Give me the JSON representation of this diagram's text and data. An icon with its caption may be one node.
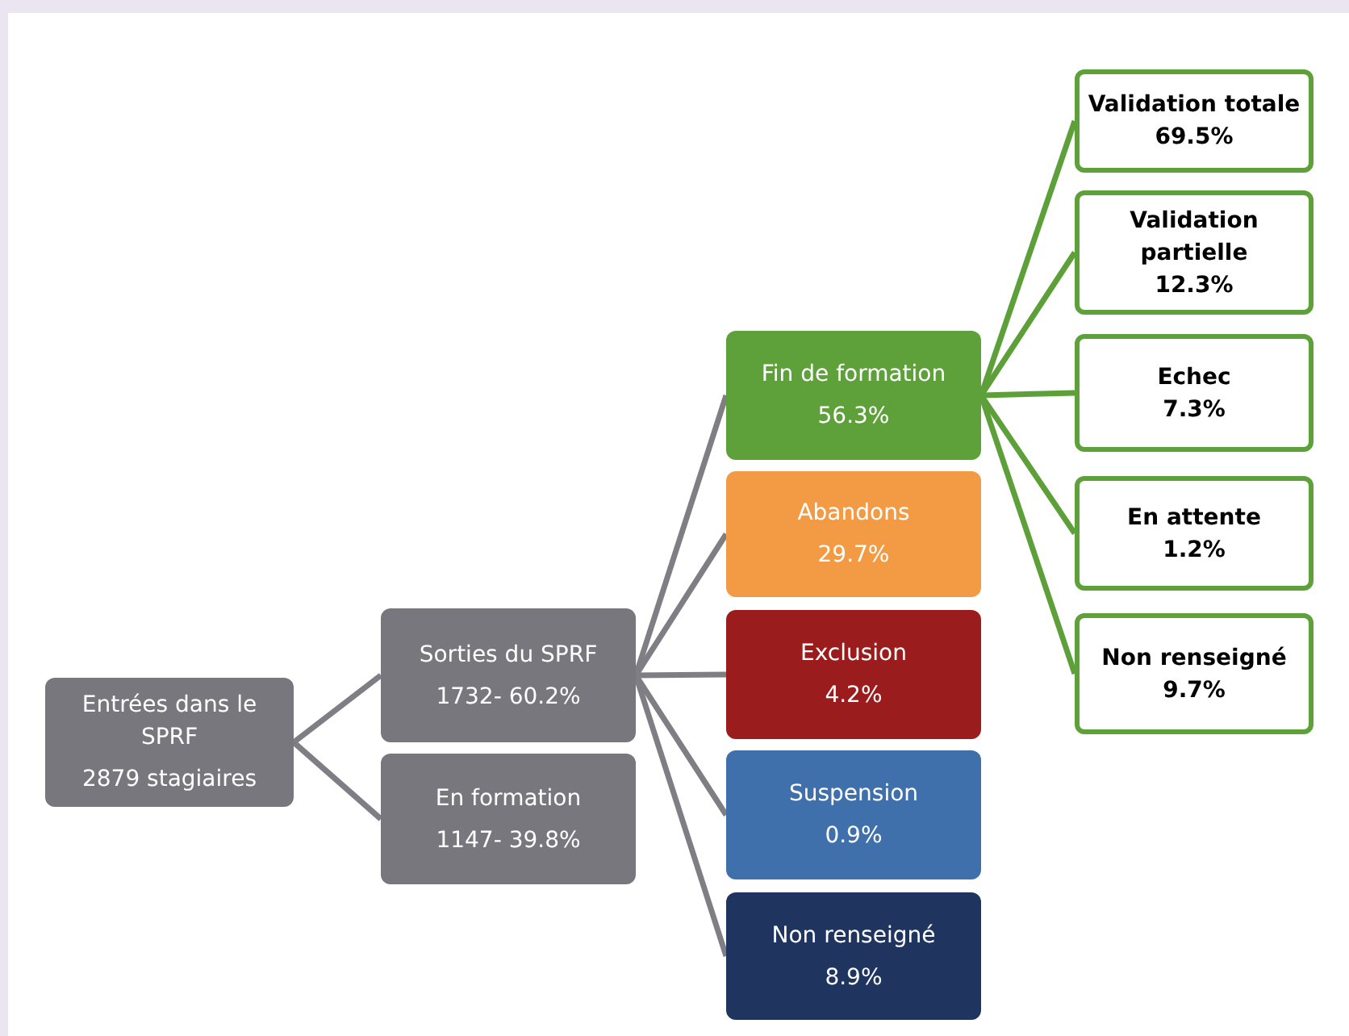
{
  "diagram": {
    "nodes": [
      {
        "text": [
          "Entrées dans le SPRF",
          "2879 stagiaires"
        ]
      },
      {
        "text": [
          "Sorties du SPRF",
          "1732- 60.2%"
        ]
      },
      {
        "text": [
          "En formation",
          "1147- 39.8%"
        ]
      },
      {
        "text": [
          "Fin de formation",
          "56.3%"
        ]
      },
      {
        "text": [
          "Abandons",
          "29.7%"
        ]
      },
      {
        "text": [
          "Exclusion",
          "4.2%"
        ]
      },
      {
        "text": [
          "Suspension",
          "0.9%"
        ]
      },
      {
        "text": [
          "Non renseigné",
          "8.9%"
        ]
      },
      {
        "text": [
          "Validation totale",
          "69.5%"
        ]
      },
      {
        "text": [
          "Validation partielle",
          "12.3%"
        ]
      },
      {
        "text": [
          "Echec",
          "7.3%"
        ]
      },
      {
        "text": [
          "En attente",
          "1.2%"
        ]
      },
      {
        "text": [
          "Non renseigné",
          "9.7%"
        ]
      }
    ],
    "edges": [
      {
        "from": 0,
        "to": 1,
        "arrow": "none"
      },
      {
        "from": 0,
        "to": 2,
        "arrow": "none"
      },
      {
        "from": 1,
        "to": 3,
        "arrow": "none"
      },
      {
        "from": 1,
        "to": 4,
        "arrow": "none"
      },
      {
        "from": 1,
        "to": 5,
        "arrow": "none"
      },
      {
        "from": 1,
        "to": 6,
        "arrow": "none"
      },
      {
        "from": 1,
        "to": 7,
        "arrow": "none"
      },
      {
        "from": 3,
        "to": 8,
        "arrow": "none",
        "color": "#5da03a"
      },
      {
        "from": 3,
        "to": 9,
        "arrow": "none",
        "color": "#5da03a"
      },
      {
        "from": 3,
        "to": 10,
        "arrow": "none",
        "color": "#5da03a"
      },
      {
        "from": 3,
        "to": 11,
        "arrow": "none",
        "color": "#5da03a"
      },
      {
        "from": 3,
        "to": 12,
        "arrow": "none",
        "color": "#5da03a"
      }
    ]
  }
}
